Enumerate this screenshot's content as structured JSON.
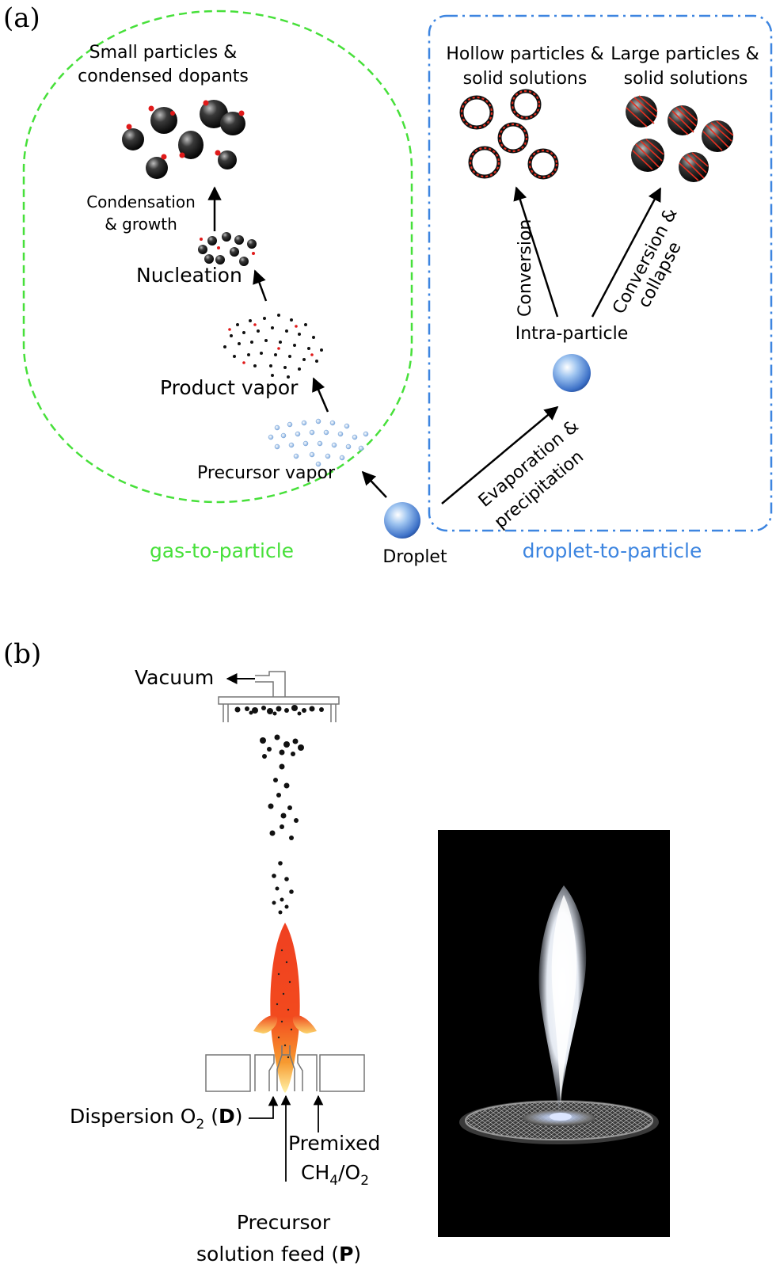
{
  "panel_a": {
    "label": "(a)",
    "gas_region_label": "gas-to-particle",
    "droplet_region_label": "droplet-to-particle",
    "small_particles_line1": "Small particles &",
    "small_particles_line2": "condensed dopants",
    "condensation_line1": "Condensation",
    "condensation_line2": "& growth",
    "nucleation": "Nucleation",
    "product_vapor": "Product vapor",
    "precursor_vapor": "Precursor vapor",
    "droplet": "Droplet",
    "evaporation_line1": "Evaporation &",
    "evaporation_line2": "precipitation",
    "intra_particle": "Intra-particle",
    "conversion": "Conversion",
    "conversion_collapse_line1": "Conversion &",
    "conversion_collapse_line2": "collapse",
    "hollow_line1": "Hollow particles &",
    "hollow_line2": "solid solutions",
    "large_line1": "Large particles &",
    "large_line2": "solid solutions",
    "colors": {
      "gas": "#47e03a",
      "droplet": "#3d85e0"
    }
  },
  "panel_b": {
    "label": "(b)",
    "vacuum": "Vacuum",
    "dispersion": "Dispersion O",
    "dispersion_sub": "2",
    "dispersion_tag": "D",
    "premixed_line1": "Premixed",
    "premixed_ch": "CH",
    "premixed_sub4": "4",
    "premixed_o": "/O",
    "premixed_sub2": "2",
    "precursor_line1": "Precursor",
    "precursor_line2": "solution feed (",
    "precursor_tag": "P",
    "close_paren": ")"
  }
}
